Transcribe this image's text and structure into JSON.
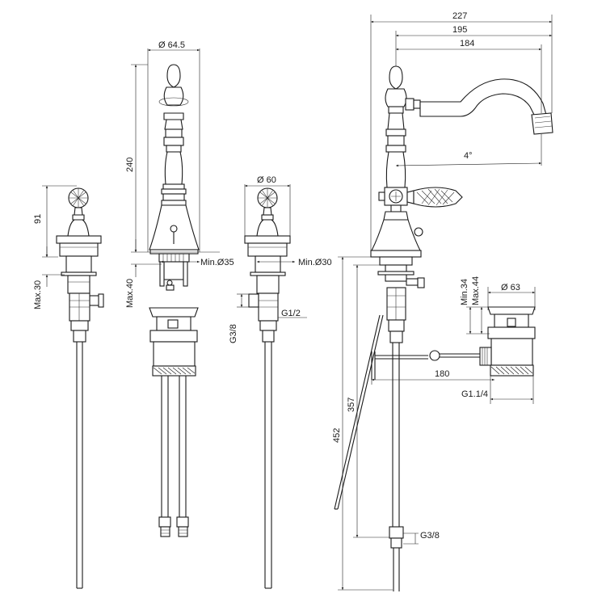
{
  "labels": {
    "d_64_5": "Ø 64.5",
    "d_240": "240",
    "d_91": "91",
    "d_max30": "Max.30",
    "d_max40": "Max.40",
    "d_min35": "Min.Ø35",
    "d_60": "Ø 60",
    "d_min30": "Min.Ø30",
    "d_g38_left": "G3/8",
    "d_g12": "G1/2",
    "d_227": "227",
    "d_195": "195",
    "d_184": "184",
    "d_4deg": "4°",
    "d_452": "452",
    "d_357": "357",
    "d_g38_bottom": "G3/8",
    "d_180": "180",
    "d_63": "Ø 63",
    "d_min34": "Min.34",
    "d_max44": "Max.44",
    "d_g114": "G1.1/4"
  }
}
